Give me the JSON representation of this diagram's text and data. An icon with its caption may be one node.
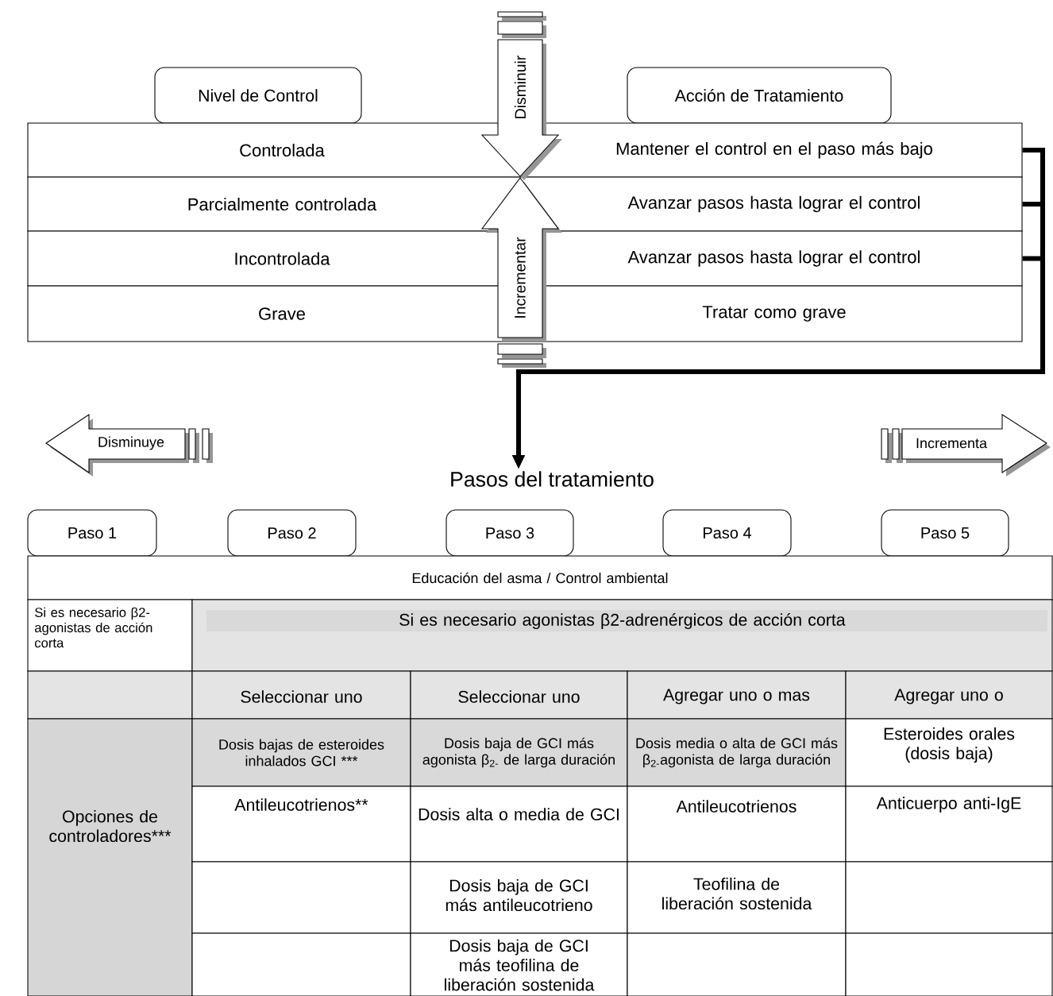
{
  "diagram": {
    "nodes": [
      {
        "text": [
          "Nivel de Control"
        ]
      },
      {
        "text": [
          "Acción de Tratamiento"
        ]
      },
      {
        "text": [
          "Controlada",
          "Mantener el control en el paso más bajo"
        ]
      },
      {
        "text": [
          "Parcialmente controlada",
          "Avanzar pasos hasta lograr el control"
        ]
      },
      {
        "text": [
          "Incontrolada",
          "Avanzar pasos hasta lograr el control"
        ]
      },
      {
        "text": [
          "Grave",
          "Tratar como grave"
        ]
      },
      {
        "text": [
          "Disminuir"
        ]
      },
      {
        "text": [
          "Incrementar"
        ]
      },
      {
        "text": [
          "Disminuye"
        ]
      },
      {
        "text": [
          "Incrementa"
        ]
      },
      {
        "text": [
          "Pasos del tratamiento"
        ]
      },
      {
        "text": [
          "Paso 1"
        ]
      },
      {
        "text": [
          "Paso 2"
        ]
      },
      {
        "text": [
          "Paso 3"
        ]
      },
      {
        "text": [
          "Paso 4"
        ]
      },
      {
        "text": [
          "Paso 5"
        ]
      }
    ],
    "edges": [
      {
        "from": 2,
        "to": 10,
        "arrow": "to"
      },
      {
        "from": 3,
        "to": 10,
        "arrow": "to"
      },
      {
        "from": 4,
        "to": 10,
        "arrow": "to"
      }
    ],
    "labels": [
      "Educación del asma / Control ambiental",
      "Si es necesario β2-agonistas de acción corta",
      "Si es necesario agonistas β2-adrenérgicos de acción corta",
      "Seleccionar uno",
      "Seleccionar uno",
      "Agregar uno o mas",
      "Agregar uno o",
      "Opciones de controladores***",
      "Dosis bajas de esteroides inhalados GCI ***",
      "Dosis baja de GCI más agonista β$_{2-}$ de larga duración",
      "Dosis media o alta de GCI más β$_{2-}$agonista de larga duración",
      "Esteroides orales (dosis baja)",
      "Antileucotrienos**",
      "Dosis alta o media de GCI",
      "Antileucotrienos",
      "Anticuerpo anti-IgE",
      "Dosis baja de GCI más antileucotrieno",
      "Teofilina de liberación sostenida",
      "Dosis baja de GCI más teofilina de liberación sostenida"
    ]
  }
}
